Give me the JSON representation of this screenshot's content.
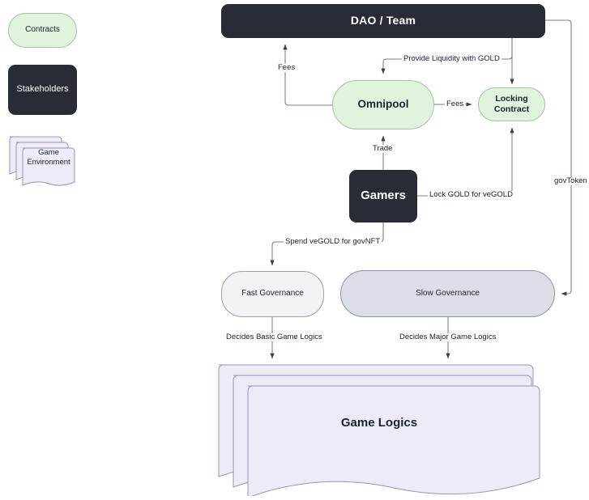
{
  "diagram": {
    "title": "GOLD token / DAO governance flow",
    "colors": {
      "contract_fill": "#dff3dd",
      "contract_stroke": "#9fc79b",
      "stakeholder_fill": "#282c34",
      "game_env_fill": "#efecf8",
      "game_env_stroke": "#9a93b5",
      "governance_fast_fill": "#f2f3f7",
      "governance_slow_fill": "#dcdee6",
      "edge_stroke": "#6b7280",
      "canvas_bg": "#ffffff"
    }
  },
  "legend": {
    "items": [
      {
        "id": "contracts",
        "label": "Contracts",
        "shape": "stadium",
        "kind": "contract"
      },
      {
        "id": "stakeholders",
        "label": "Stakeholders",
        "shape": "rounded-rect",
        "kind": "stakeholder"
      },
      {
        "id": "game-environment",
        "label": "Game\nEnvironment",
        "label_line1": "Game",
        "label_line2": "Environment",
        "shape": "document-stack",
        "kind": "game-environment"
      }
    ]
  },
  "nodes": {
    "dao_team": {
      "label": "DAO / Team",
      "kind": "stakeholder",
      "shape": "rounded-rect"
    },
    "omnipool": {
      "label": "Omnipool",
      "kind": "contract",
      "shape": "stadium"
    },
    "locking_contract": {
      "label": "Locking Contract",
      "kind": "contract",
      "shape": "stadium"
    },
    "gamers": {
      "label": "Gamers",
      "kind": "stakeholder",
      "shape": "rounded-rect"
    },
    "fast_governance": {
      "label": "Fast Governance",
      "kind": "governance-fast",
      "shape": "rounded-rect"
    },
    "slow_governance": {
      "label": "Slow Governance",
      "kind": "governance-slow",
      "shape": "stadium"
    },
    "game_logics": {
      "label": "Game Logics",
      "kind": "game-environment",
      "shape": "document-stack"
    }
  },
  "edges": [
    {
      "id": "omnipool-to-dao",
      "from": "omnipool",
      "to": "dao_team",
      "label": "Fees"
    },
    {
      "id": "dao-to-omnipool",
      "from": "dao_team",
      "to": "omnipool",
      "label": "Provide Liquidity with GOLD"
    },
    {
      "id": "dao-to-locking",
      "from": "dao_team",
      "to": "locking_contract",
      "label": ""
    },
    {
      "id": "omnipool-to-locking",
      "from": "omnipool",
      "to": "locking_contract",
      "label": "Fees"
    },
    {
      "id": "gamers-to-omnipool",
      "from": "gamers",
      "to": "omnipool",
      "label": "Trade"
    },
    {
      "id": "gamers-to-locking",
      "from": "gamers",
      "to": "locking_contract",
      "label": "Lock GOLD for veGOLD"
    },
    {
      "id": "gamers-to-fast-governance",
      "from": "gamers",
      "to": "fast_governance",
      "label": "Spend veGOLD for govNFT"
    },
    {
      "id": "dao-to-slow-governance",
      "from": "dao_team",
      "to": "slow_governance",
      "label": "govToken"
    },
    {
      "id": "fast-governance-to-game-logics",
      "from": "fast_governance",
      "to": "game_logics",
      "label": "Decides Basic Game Logics"
    },
    {
      "id": "slow-governance-to-game-logics",
      "from": "slow_governance",
      "to": "game_logics",
      "label": "Decides Major Game Logics"
    }
  ]
}
